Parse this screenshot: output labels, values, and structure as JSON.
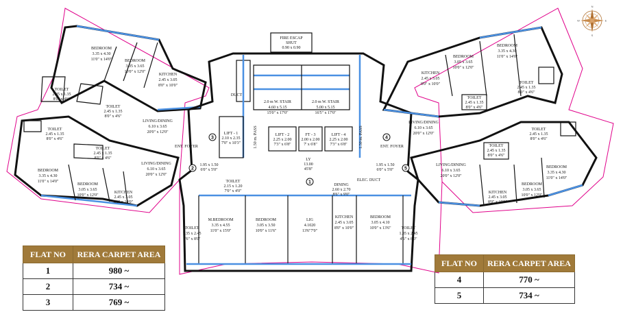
{
  "compass": {
    "n": "N",
    "s": "S",
    "e": "E",
    "w": "W"
  },
  "fire_escape": {
    "l1": "FIRE ESCAP",
    "l2": "SHUT",
    "l3": "0.90 x 0.90"
  },
  "duct": "DUCT",
  "stairs": [
    {
      "name": "2.0 m W. STAIR",
      "size": "4.60 x 5.15",
      "feet": "15'0\" x 17'0\""
    },
    {
      "name": "2.0 m W. STAIR",
      "size": "5.00 x 5.15",
      "feet": "16'5\" x 17'0\""
    }
  ],
  "lifts": [
    {
      "name": "LIFT - 1",
      "size": "2.10 x 2.35",
      "feet": "7'0\" x 10'3\""
    },
    {
      "name": "LIFT - 2",
      "size": "2.25 x 2.00",
      "feet": "7'3\" x 6'8\""
    },
    {
      "name": "FT - 3",
      "size": "2.00 x 2.00",
      "feet": "7' x 6'8\""
    },
    {
      "name": "LIFT - 4",
      "size": "2.25 x 2.00",
      "feet": "7'3\" x 6'8\""
    }
  ],
  "passage": "1.50 m. PASS",
  "ent_foyer": "ENT. FOYER",
  "lobby": {
    "name": "LY",
    "size": "13.00",
    "feet": "45'8\""
  },
  "flat1_rooms": {
    "mbed": {
      "name": "M.BEDROOM",
      "size": "3.35 x 4.55",
      "feet": "11'0\" x 15'0\""
    },
    "bed": {
      "name": "BEDROOM",
      "size": "3.05 x 3.50",
      "feet": "10'0\" x 11'6\""
    },
    "living": {
      "name": "LIG",
      "size": "4.1020",
      "feet": "13'6\"7'0\""
    },
    "dining": {
      "name": "DINING",
      "size": "2.60 x 2.70",
      "feet": "8'6\" x 9'0\""
    },
    "kitchen": {
      "name": "KITCHEN",
      "size": "2.45 x 3.05",
      "feet": "8'0\" x 10'0\""
    },
    "bed2": {
      "name": "BEDROOM",
      "size": "3.05 x 4.10",
      "feet": "10'0\" x 13'6\""
    },
    "toilet_top": {
      "name": "TOILET",
      "size": "2.15 x 1.20",
      "feet": "7'0\" x 4'0\""
    },
    "toilet_left": {
      "name": "TOILET",
      "size": "1.35 x 2.45",
      "feet": "4'6\" x 8'0\""
    },
    "toilet_right": {
      "name": "TOILET",
      "size": "1.35 x 2.45",
      "feet": "4'6\" x 8'0\""
    },
    "foyer_left": {
      "size": "1.95 x 1.50",
      "feet": "6'0\" x 5'0\""
    },
    "foyer_right": {
      "size": "1.95 x 1.50",
      "feet": "6'0\" x 5'0\""
    },
    "elec_duct": "ELEC. DUCT"
  },
  "flat2_rooms": {
    "bed1": {
      "name": "BEDROOM",
      "size": "3.35 x 4.30",
      "feet": "11'0\" x 14'0\""
    },
    "bed2": {
      "name": "BEDROOM",
      "size": "3.05 x 3.65",
      "feet": "10'0\" x 12'0\""
    },
    "kitchen": {
      "name": "KITCHEN",
      "size": "2.45 x 3.05",
      "feet": "8'0\" x 10'0\""
    },
    "toilet1": {
      "name": "TOILET",
      "size": "2.45 x 1.35",
      "feet": "8'0\" x 4'6\""
    },
    "toilet2": {
      "name": "TOILET",
      "size": "2.45 x 1.35",
      "feet": "8'0\" x 4'6\""
    },
    "living": {
      "name": "LIVING/DINING",
      "size": "6.10 x 3.65",
      "feet": "20'0\" x 12'0\""
    }
  },
  "flat3_rooms": {
    "bed1": {
      "name": "BEDROOM",
      "size": "3.35 x 4.30",
      "feet": "11'0\" x 14'0\""
    },
    "bed2": {
      "name": "BEDROOM",
      "size": "3.05 x 3.65",
      "feet": "10'0\" x 12'0\""
    },
    "kitchen": {
      "name": "KITCHEN",
      "size": "2.45 x 3.05",
      "feet": "8'0\" x 10'0\""
    },
    "toilet1": {
      "name": "TOILET",
      "size": "2.45 x 1.35",
      "feet": "8'0\" x 4'6\""
    },
    "toilet2": {
      "name": "TOILET",
      "size": "2.45 x 1.35",
      "feet": "8'0\" x 4'6\""
    },
    "living": {
      "name": "LIVING/DINING",
      "size": "6.10 x 3.65",
      "feet": "20'0\" x 12'0\""
    }
  },
  "flat4_rooms": {
    "bed1": {
      "name": "BEDROOM",
      "size": "3.35 x 4.30",
      "feet": "11'0\" x 14'0\""
    },
    "bed2": {
      "name": "BEDROOM",
      "size": "3.05 x 3.65",
      "feet": "10'0\" x 12'0\""
    },
    "kitchen": {
      "name": "KITCHEN",
      "size": "2.45 x 3.05",
      "feet": "8'0\" x 10'0\""
    },
    "toilet1": {
      "name": "TOILET",
      "size": "2.45 x 1.35",
      "feet": "8'0\" x 4'6\""
    },
    "toilet2": {
      "name": "TOILET",
      "size": "2.45 x 1.35",
      "feet": "8'0\" x 4'6\""
    },
    "living": {
      "name": "LIVING/DINING",
      "size": "6.10 x 3.65",
      "feet": "20'0\" x 12'0\""
    }
  },
  "flat5_rooms": {
    "bed1": {
      "name": "BEDROOM",
      "size": "3.35 x 4.30",
      "feet": "11'0\" x 14'0\""
    },
    "bed2": {
      "name": "BEDROOM",
      "size": "3.05 x 3.65",
      "feet": "10'0\" x 12'0\""
    },
    "kitchen": {
      "name": "KITCHEN",
      "size": "2.45 x 3.05",
      "feet": "8'0\" x 10'0\""
    },
    "toilet1": {
      "name": "TOILET",
      "size": "2.45 x 1.35",
      "feet": "8'0\" x 4'6\""
    },
    "toilet2": {
      "name": "TOILET",
      "size": "2.45 x 1.35",
      "feet": "8'0\" x 4'6\""
    },
    "living": {
      "name": "LIVING/DINING",
      "size": "6.10 x 3.65",
      "feet": "20'0\" x 12'0\""
    }
  },
  "markers": [
    "1",
    "2",
    "3",
    "4",
    "5"
  ],
  "table_left": {
    "headers": [
      "FLAT NO",
      "RERA CARPET AREA"
    ],
    "rows": [
      [
        "1",
        "980 ~"
      ],
      [
        "2",
        "734 ~"
      ],
      [
        "3",
        "769 ~"
      ]
    ]
  },
  "table_right": {
    "headers": [
      "FLAT NO",
      "RERA CARPET AREA"
    ],
    "rows": [
      [
        "4",
        "770 ~"
      ],
      [
        "5",
        "734 ~"
      ]
    ]
  },
  "colors": {
    "header_bg": "#a07a3a",
    "wall": "#111111",
    "glass": "#4a90e2",
    "outline": "#e0008a"
  }
}
